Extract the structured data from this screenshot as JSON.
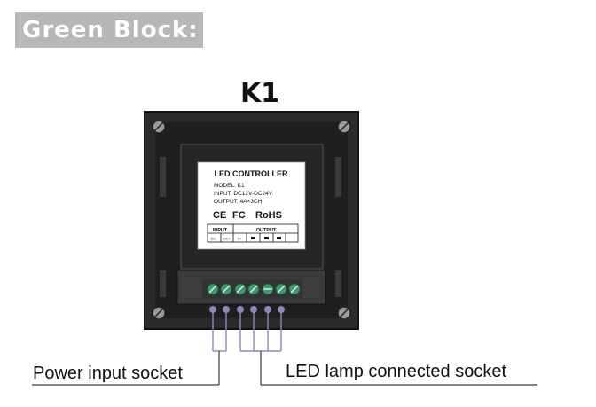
{
  "header": {
    "title": "Green Block:"
  },
  "model_heading": "K1",
  "label": {
    "title": "LED CONTROLLER",
    "model": "MODEL:  K1",
    "input": "INPUT:  DC12V-DC24V",
    "output": "OUTPUT: 4A×3CH",
    "certs": {
      "ce": "CE",
      "fc": "FC",
      "rohs": "RoHS"
    },
    "table": {
      "input_header": "INPUT",
      "output_header": "OUTPUT",
      "cells": [
        "DC-",
        "DC+",
        "V+",
        "",
        "",
        ""
      ]
    }
  },
  "callouts": {
    "power": "Power input socket",
    "led": "LED lamp connected socket"
  },
  "colors": {
    "panel": "#2a2a2a",
    "terminal_green": "#3f9a6c",
    "wire": "#8f86bf",
    "line": "#3a3a3a",
    "header_bg": "#b7b7b7"
  }
}
